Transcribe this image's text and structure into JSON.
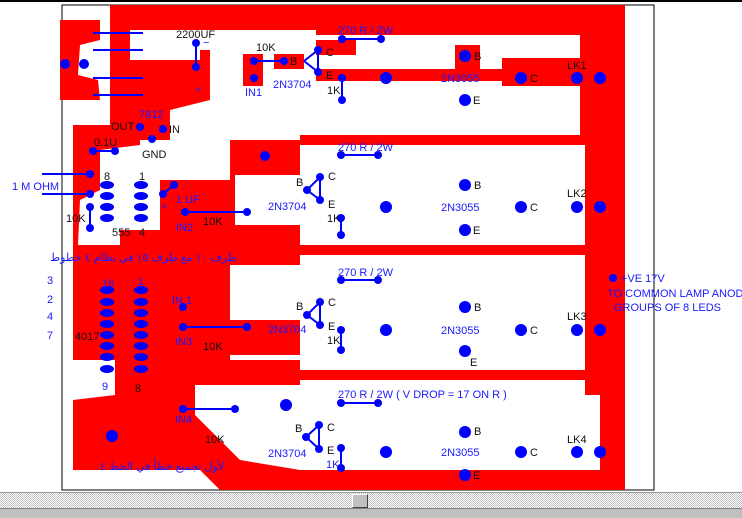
{
  "colors": {
    "copper": "#ff0000",
    "wire": "#0000ff",
    "text": "#1a1aff",
    "background": "#ffffff",
    "outline": "#000000"
  },
  "power": {
    "cap_label": "2200UF",
    "cap_minus": "−",
    "cap_plus": "+",
    "regulator": "7812",
    "reg_out": "OUT",
    "reg_in": "IN",
    "reg_gnd": "GND",
    "decoupling": "0.1U"
  },
  "timer": {
    "chip": "555",
    "pin8": "8",
    "pin1": "1",
    "pin4": "4",
    "r1": "1 M OHM",
    "r2": "10K",
    "cap": "1 UF",
    "cap_plus": "+"
  },
  "counter": {
    "chip": "4017",
    "pin16": "16",
    "pin1": "1",
    "pin9": "9",
    "pin8": "8",
    "outputs": [
      "3",
      "2",
      "4",
      "7"
    ],
    "note_top": "طرف ١٠ مع طرف ١٥ في نظام ٤ خطوط",
    "note_bottom": "لأول تجميع خطأ في الخط ٤"
  },
  "channels": [
    {
      "input": "IN1",
      "base_res": "10K",
      "driver": "2N3704",
      "pin_b": "B",
      "pin_c": "C",
      "pin_e": "E",
      "load_res": "270 R / 2W",
      "emitter_res": "1K",
      "power_tr": "2N3055",
      "pb": "B",
      "pe": "E",
      "pc": "C",
      "link": "LK1"
    },
    {
      "input": "IN2",
      "base_res": "10K",
      "driver": "2N3704",
      "pin_b": "B",
      "pin_c": "C",
      "pin_e": "E",
      "load_res": "270 R / 2W",
      "emitter_res": "1K",
      "power_tr": "2N3055",
      "pb": "B",
      "pe": "E",
      "pc": "C",
      "link": "LK2"
    },
    {
      "input": "IN3",
      "base_res": "10K",
      "driver": "2N3704",
      "pin_b": "B",
      "pin_c": "C",
      "pin_e": "E",
      "load_res": "270 R / 2W",
      "emitter_res": "1K",
      "power_tr": "2N3055",
      "pb": "B",
      "pe": "E",
      "pc": "C",
      "link": "LK3"
    },
    {
      "input": "IN4",
      "base_res": "10K",
      "driver": "2N3704",
      "pin_b": "B",
      "pin_c": "C",
      "pin_e": "E",
      "load_res": "270 R / 2W  ( V DROP = 17 ON R )",
      "emitter_res": "1K",
      "power_tr": "2N3055",
      "pb": "B",
      "pe": "E",
      "pc": "C",
      "link": "LK4"
    }
  ],
  "in1_alt": "IN 1",
  "supply": {
    "line1": "+VE 17V",
    "line2": "TO COMMON LAMP ANODE",
    "line3": "GROUPS OF 8 LEDS"
  }
}
